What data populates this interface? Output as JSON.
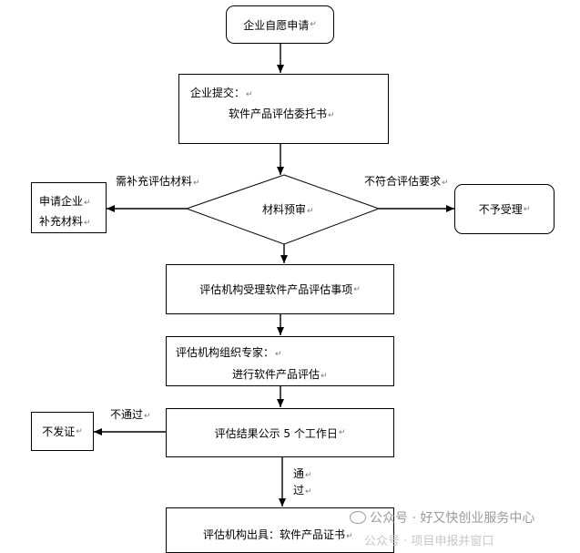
{
  "nodes": {
    "start": "企业自愿申请",
    "submit_line1": "企业提交：",
    "submit_line2": "软件产品评估委托书",
    "review": "材料预审",
    "supplement_line1": "申请企业",
    "supplement_line2": "补充材料",
    "reject": "不予受理",
    "accept": "评估机构受理软件产品评估事项",
    "experts_line1": "评估机构组织专家：",
    "experts_line2": "进行软件产品评估",
    "publicity": "评估结果公示 5 个工作日",
    "no_cert": "不发证",
    "issue_cert": "评估机构出具：软件产品证书"
  },
  "edges": {
    "need_supplement": "需补充评估材料",
    "not_meet": "不符合评估要求",
    "fail": "不通过",
    "pass_1": "通",
    "pass_2": "过"
  },
  "watermark": {
    "line1": "公众号 · 好又快创业服务中心",
    "line2": "公众号 · 项目申报并窗口"
  },
  "return_mark": "↵"
}
